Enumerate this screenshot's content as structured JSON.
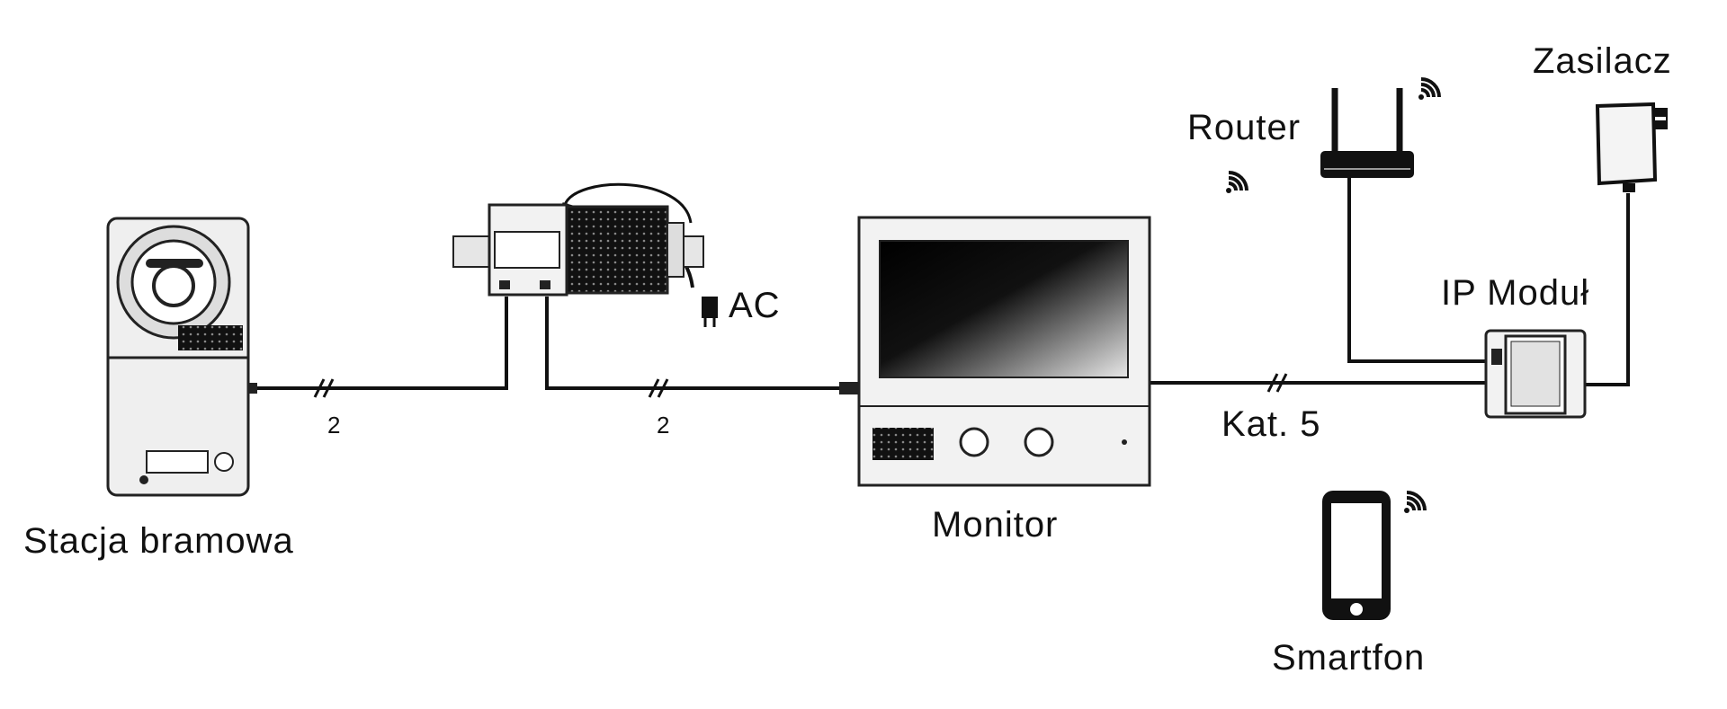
{
  "labels": {
    "gate_station": "Stacja bramowa",
    "monitor": "Monitor",
    "router": "Router",
    "power_supply": "Zasilacz",
    "ip_module": "IP Moduł",
    "smartphone": "Smartfon",
    "ac": "AC",
    "cable_cat5": "Kat. 5",
    "wire_count_1": "2",
    "wire_count_2": "2"
  },
  "colors": {
    "line": "#111111",
    "device_fill": "#f2f2f2",
    "stroke": "#222222"
  },
  "icons": [
    "door-station-icon",
    "power-distributor-icon",
    "ac-plug-icon",
    "monitor-icon",
    "router-icon",
    "power-adapter-icon",
    "ip-module-icon",
    "smartphone-icon",
    "wifi-icon"
  ]
}
